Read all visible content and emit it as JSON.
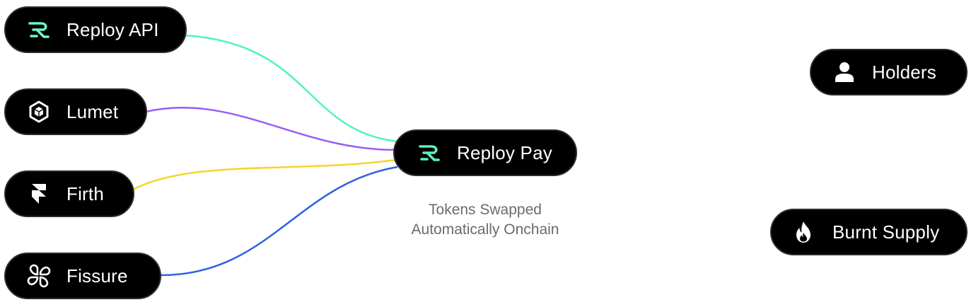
{
  "sources": [
    {
      "id": "reploy-api",
      "label": "Reploy API",
      "icon": "reploy-logo-icon",
      "line_color": "#52f2c2"
    },
    {
      "id": "lumet",
      "label": "Lumet",
      "icon": "cube-icon",
      "line_color": "#9b5cf0"
    },
    {
      "id": "firth",
      "label": "Firth",
      "icon": "framer-icon",
      "line_color": "#f5d528"
    },
    {
      "id": "fissure",
      "label": "Fissure",
      "icon": "petal-grid-icon",
      "line_color": "#2f62e0"
    }
  ],
  "hub": {
    "label": "Reploy Pay",
    "icon": "reploy-logo-icon",
    "icon_color": "#5ef0c0"
  },
  "caption": {
    "line1": "Tokens Swapped",
    "line2": "Automatically Onchain"
  },
  "outputs": [
    {
      "id": "holders",
      "label": "Holders",
      "icon": "person-icon"
    },
    {
      "id": "burnt",
      "label": "Burnt Supply",
      "icon": "flame-icon"
    }
  ],
  "colors": {
    "node_bg": "#000000",
    "node_text": "#ffffff",
    "caption_text": "#6b6b6b"
  }
}
